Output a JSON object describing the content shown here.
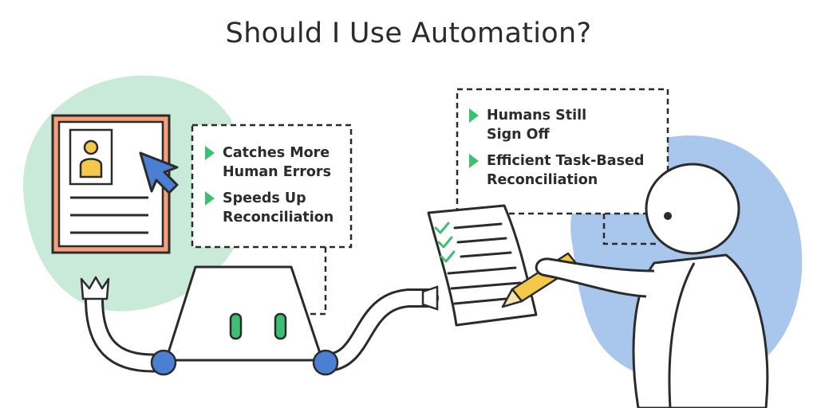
{
  "title": "Should I Use Automation?",
  "colors": {
    "outline": "#2b2b2b",
    "green_bg": "#c9ead8",
    "blue_bg": "#a9c7ec",
    "orange": "#f5a07a",
    "yellow": "#f4c84a",
    "blue_accent": "#4a7fd1",
    "green_accent": "#3fbf73"
  },
  "left_callout": {
    "items": [
      {
        "text": "Catches More\nHuman Errors"
      },
      {
        "text": "Speeds Up\nReconciliation"
      }
    ]
  },
  "right_callout": {
    "items": [
      {
        "text": "Humans Still\nSign Off"
      },
      {
        "text": "Efficient Task-Based\nReconciliation"
      }
    ]
  }
}
